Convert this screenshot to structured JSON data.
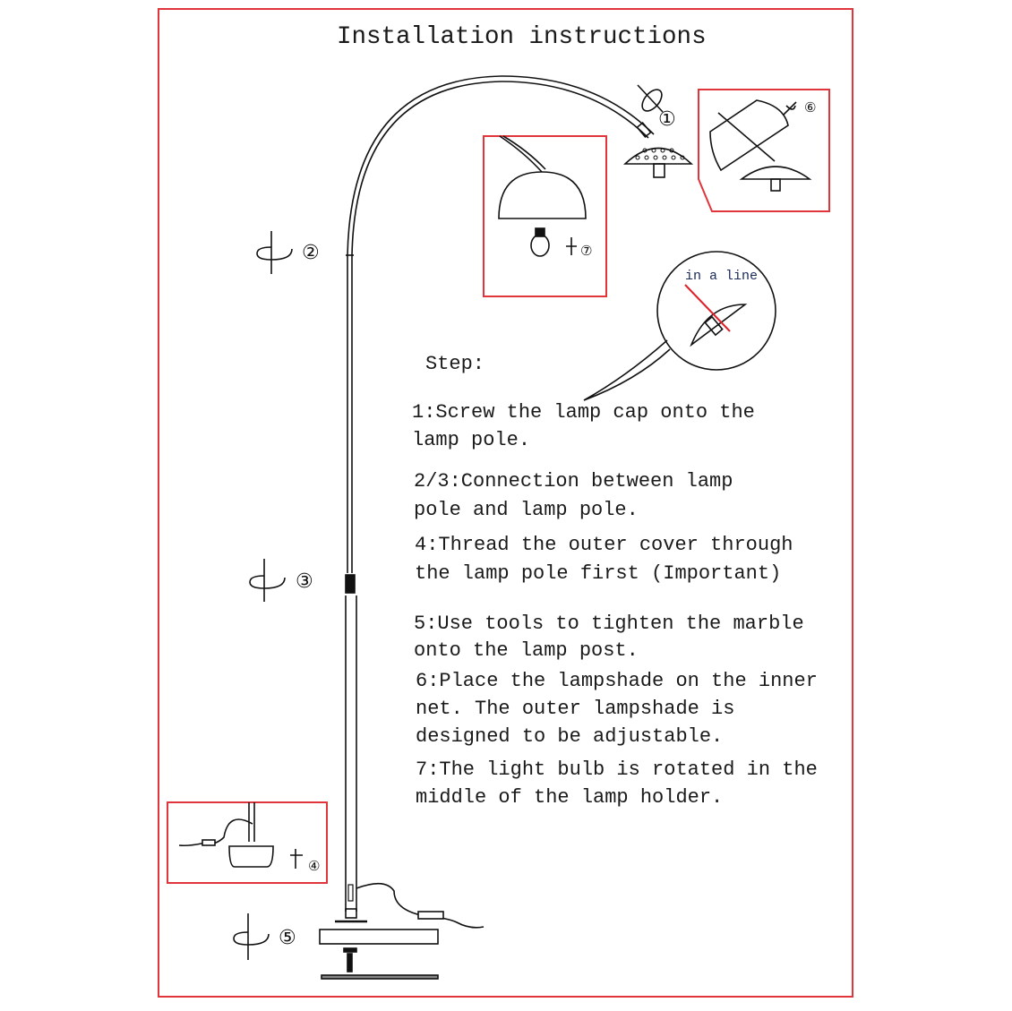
{
  "title": "Installation instructions",
  "colors": {
    "frame": "#e0353a",
    "line": "#111111",
    "alignment": "#e0202a"
  },
  "callouts": {
    "step1": "①",
    "step2": "②",
    "step3": "③",
    "step4": "④",
    "step5": "⑤",
    "step6": "⑥",
    "step7": "⑦",
    "in_a_line": "in a line"
  },
  "steps_heading": "Step:",
  "steps": [
    {
      "lines": [
        "1:Screw the lamp cap onto the",
        "lamp pole."
      ]
    },
    {
      "lines": [
        "2/3:Connection between lamp",
        "pole and lamp pole."
      ]
    },
    {
      "lines": [
        "4:Thread the outer cover through",
        "the lamp pole first (Important)"
      ]
    },
    {
      "lines": [
        "5:Use tools to tighten the marble",
        "onto the lamp post."
      ]
    },
    {
      "lines": [
        "6:Place the lampshade on the inner",
        "net. The outer lampshade is",
        "designed to be adjustable."
      ]
    },
    {
      "lines": [
        "7:The light bulb is rotated in the",
        "middle of the lamp holder."
      ]
    }
  ]
}
